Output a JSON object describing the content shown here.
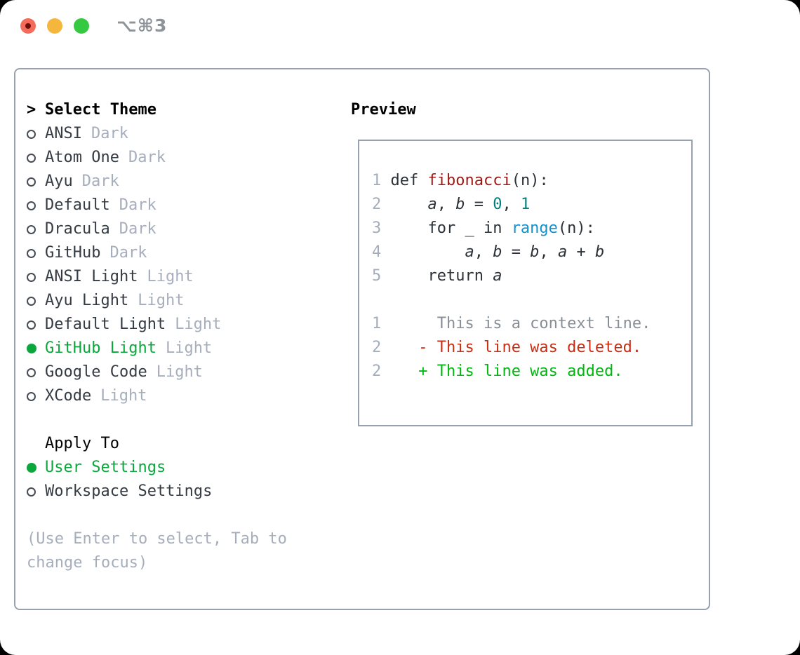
{
  "window": {
    "title": "⌥⌘3",
    "traffic_lights": {
      "close": "#f26b5b",
      "minimize": "#f5b63e",
      "zoom": "#35c841"
    }
  },
  "colors": {
    "accent_green": "#0ca73c",
    "added_green": "#00b80f",
    "deleted_red": "#c92d12",
    "muted_gray": "#a6aebb",
    "border_gray": "#98a2ae",
    "function_red": "#9e1a16",
    "number_teal": "#007f7f",
    "builtin_blue": "#1492cf"
  },
  "themes": {
    "marker": ">",
    "header": "Select Theme",
    "items": [
      {
        "name": "ANSI",
        "variant": "Dark",
        "selected": false
      },
      {
        "name": "Atom One",
        "variant": "Dark",
        "selected": false
      },
      {
        "name": "Ayu",
        "variant": "Dark",
        "selected": false
      },
      {
        "name": "Default",
        "variant": "Dark",
        "selected": false
      },
      {
        "name": "Dracula",
        "variant": "Dark",
        "selected": false
      },
      {
        "name": "GitHub",
        "variant": "Dark",
        "selected": false
      },
      {
        "name": "ANSI Light",
        "variant": "Light",
        "selected": false
      },
      {
        "name": "Ayu Light",
        "variant": "Light",
        "selected": false
      },
      {
        "name": "Default Light",
        "variant": "Light",
        "selected": false
      },
      {
        "name": "GitHub Light",
        "variant": "Light",
        "selected": true
      },
      {
        "name": "Google Code",
        "variant": "Light",
        "selected": false
      },
      {
        "name": "XCode",
        "variant": "Light",
        "selected": false
      }
    ]
  },
  "apply_to": {
    "header": "Apply To",
    "options": [
      {
        "label": "User Settings",
        "selected": true
      },
      {
        "label": "Workspace Settings",
        "selected": false
      }
    ]
  },
  "footer_hint": {
    "line1": "(Use Enter to select, Tab to",
    "line2": "change focus)"
  },
  "preview": {
    "title": "Preview",
    "code_lines": [
      {
        "tokens": [
          {
            "x": "1 "
          },
          {
            "x": "def "
          },
          {
            "x": "fibonacci"
          },
          {
            "x": "(n):"
          }
        ]
      },
      {
        "tokens": [
          {
            "x": "2 "
          },
          {
            "x": "    "
          },
          {
            "x": "a"
          },
          {
            "x": ", "
          },
          {
            "x": "b"
          },
          {
            "x": " = "
          },
          {
            "x": "0"
          },
          {
            "x": ", "
          },
          {
            "x": "1"
          }
        ]
      },
      {
        "tokens": [
          {
            "x": "3 "
          },
          {
            "x": "    for _ in "
          },
          {
            "x": "range"
          },
          {
            "x": "(n):"
          }
        ]
      },
      {
        "tokens": [
          {
            "x": "4 "
          },
          {
            "x": "        "
          },
          {
            "x": "a"
          },
          {
            "x": ", "
          },
          {
            "x": "b"
          },
          {
            "x": " = "
          },
          {
            "x": "b"
          },
          {
            "x": ", "
          },
          {
            "x": "a"
          },
          {
            "x": " + "
          },
          {
            "x": "b"
          }
        ]
      },
      {
        "tokens": [
          {
            "x": "5 "
          },
          {
            "x": "    return "
          },
          {
            "x": "a"
          }
        ]
      }
    ],
    "diff_lines": [
      {
        "tokens": [
          {
            "x": "1"
          },
          {
            "x": "      "
          },
          {
            "x": "This is a context line."
          }
        ]
      },
      {
        "tokens": [
          {
            "x": "2"
          },
          {
            "x": "    "
          },
          {
            "x": "- "
          },
          {
            "x": "This line was deleted."
          }
        ]
      },
      {
        "tokens": [
          {
            "x": "2"
          },
          {
            "x": "    "
          },
          {
            "x": "+ "
          },
          {
            "x": "This line was added."
          }
        ]
      }
    ]
  }
}
